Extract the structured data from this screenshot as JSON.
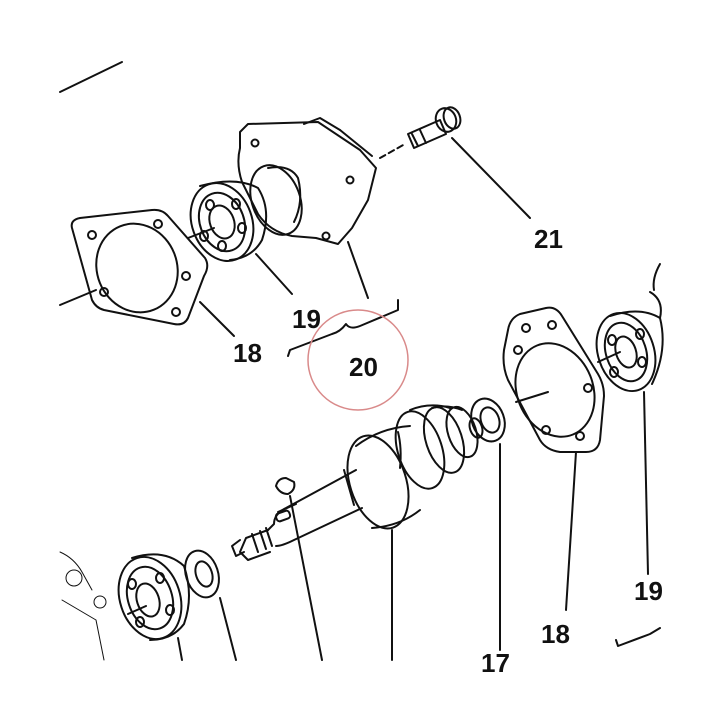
{
  "callouts": {
    "c21": "21",
    "c19_top": "19",
    "c18_left": "18",
    "c20": "20",
    "c18_right": "18",
    "c17": "17",
    "c19_right": "19"
  },
  "colors": {
    "line": "#111111",
    "highlight_circle": "#d98a8a"
  }
}
